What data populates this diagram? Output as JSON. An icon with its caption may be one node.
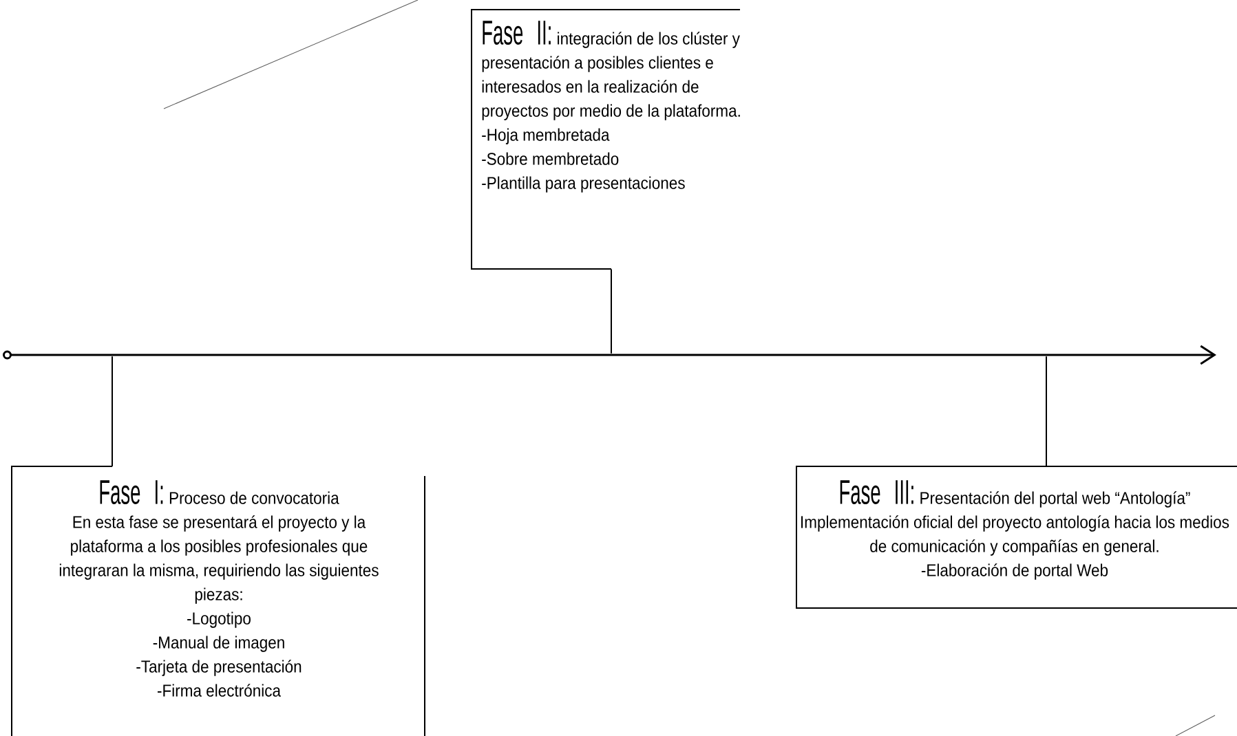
{
  "diagram": {
    "nodes": [
      {
        "text": [
          "Fase I:",
          "Proceso de convocatoria",
          "En esta fase se presentará el proyecto y la plataforma a los posibles profesionales que integraran la misma, requiriendo las siguientes piezas:",
          "-Logotipo",
          "-Manual de imagen",
          "-Tarjeta de presentación",
          "-Firma electrónica"
        ]
      },
      {
        "text": [
          "Fase II:",
          "integración de los clúster y presentación a posibles clientes e interesados en la realización de proyectos por medio de la plataforma.",
          "-Hoja membretada",
          "-Sobre membretado",
          "-Plantilla para presentaciones"
        ]
      },
      {
        "text": [
          "Fase III:",
          "Presentación del portal web “Antología”",
          "Implementación oficial del proyecto antología hacia los medios de comunicación y compañías en general.",
          "-Elaboración de portal Web"
        ]
      },
      {
        "text": [],
        "shape": "arrow"
      }
    ],
    "edges": [
      {
        "from": 0,
        "to": 3,
        "arrow": "none"
      },
      {
        "from": 1,
        "to": 3,
        "arrow": "none"
      },
      {
        "from": 2,
        "to": 3,
        "arrow": "none"
      }
    ]
  }
}
